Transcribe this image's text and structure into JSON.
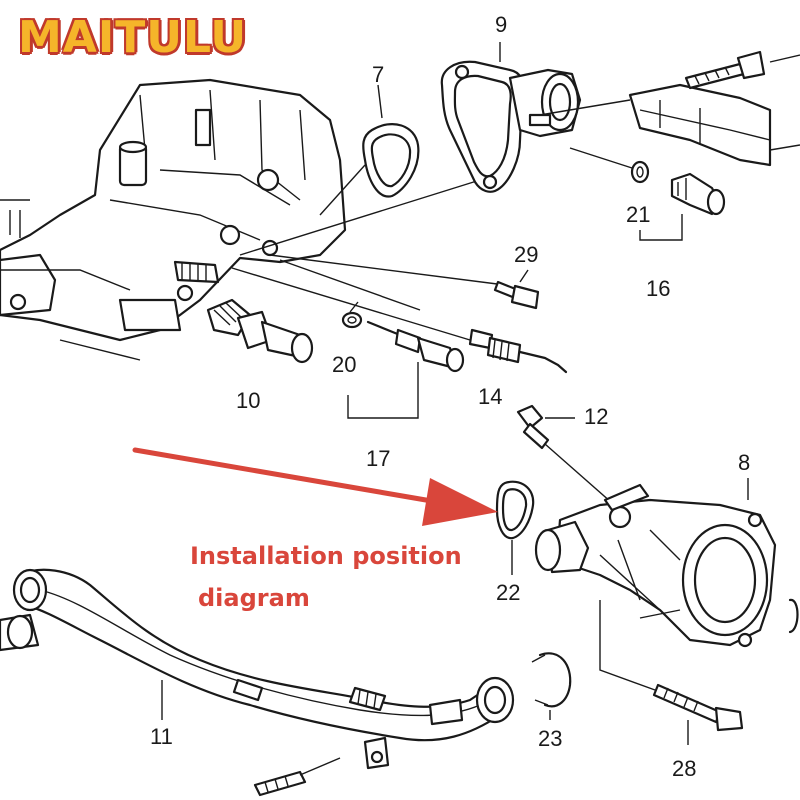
{
  "brand": {
    "text": "MAITULU",
    "color": "#f5b52a",
    "outline": "#c0392b"
  },
  "annotation": {
    "line1": "Installation position",
    "line2": "diagram",
    "color": "#d9463b"
  },
  "callouts": {
    "c7": "7",
    "c9": "9",
    "c21": "21",
    "c16": "16",
    "c29": "29",
    "c20": "20",
    "c10": "10",
    "c14": "14",
    "c17": "17",
    "c12": "12",
    "c8": "8",
    "c22": "22",
    "c11": "11",
    "c23": "23",
    "c28": "28"
  }
}
